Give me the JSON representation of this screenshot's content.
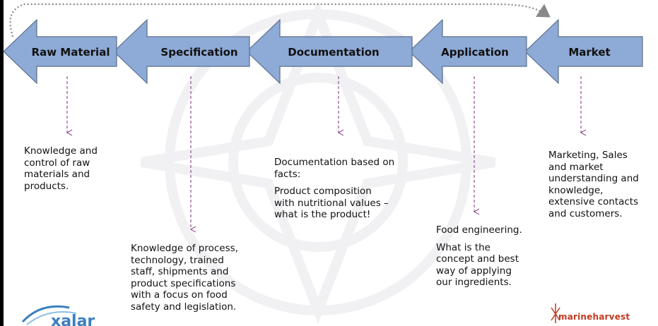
{
  "stages": [
    {
      "label": "Raw Material"
    },
    {
      "label": "Specification"
    },
    {
      "label": "Documentation"
    },
    {
      "label": "Application"
    },
    {
      "label": "Market"
    }
  ],
  "descriptions": [
    {
      "lines": [
        "Knowledge and",
        "control of raw",
        "materials and",
        "products."
      ]
    },
    {
      "lines": [
        "Knowledge of process,",
        "technology, trained",
        "staff, shipments and",
        "product specifications",
        "with a focus on food",
        "safety and legislation."
      ]
    },
    {
      "para1": [
        "Documentation based on",
        "facts:"
      ],
      "para2": [
        "Product composition",
        "with nutritional values –",
        "what is the product!"
      ]
    },
    {
      "para1": [
        "Food engineering."
      ],
      "para2": [
        "What is the",
        "concept and best",
        "way of applying",
        "our ingredients."
      ]
    },
    {
      "lines": [
        "Marketing, Sales",
        "and market",
        "understanding and",
        "knowledge,",
        "extensive contacts",
        "and customers."
      ]
    }
  ],
  "logos": {
    "left": "xalar",
    "right": "marineharvest"
  },
  "colors": {
    "arrow_fill": "#8eaad6",
    "arrow_stroke": "#5a6e8c",
    "connector": "#7b2d7b",
    "loop": "#888888",
    "logo_left": "#3b7fc0",
    "logo_right": "#c23b22"
  }
}
